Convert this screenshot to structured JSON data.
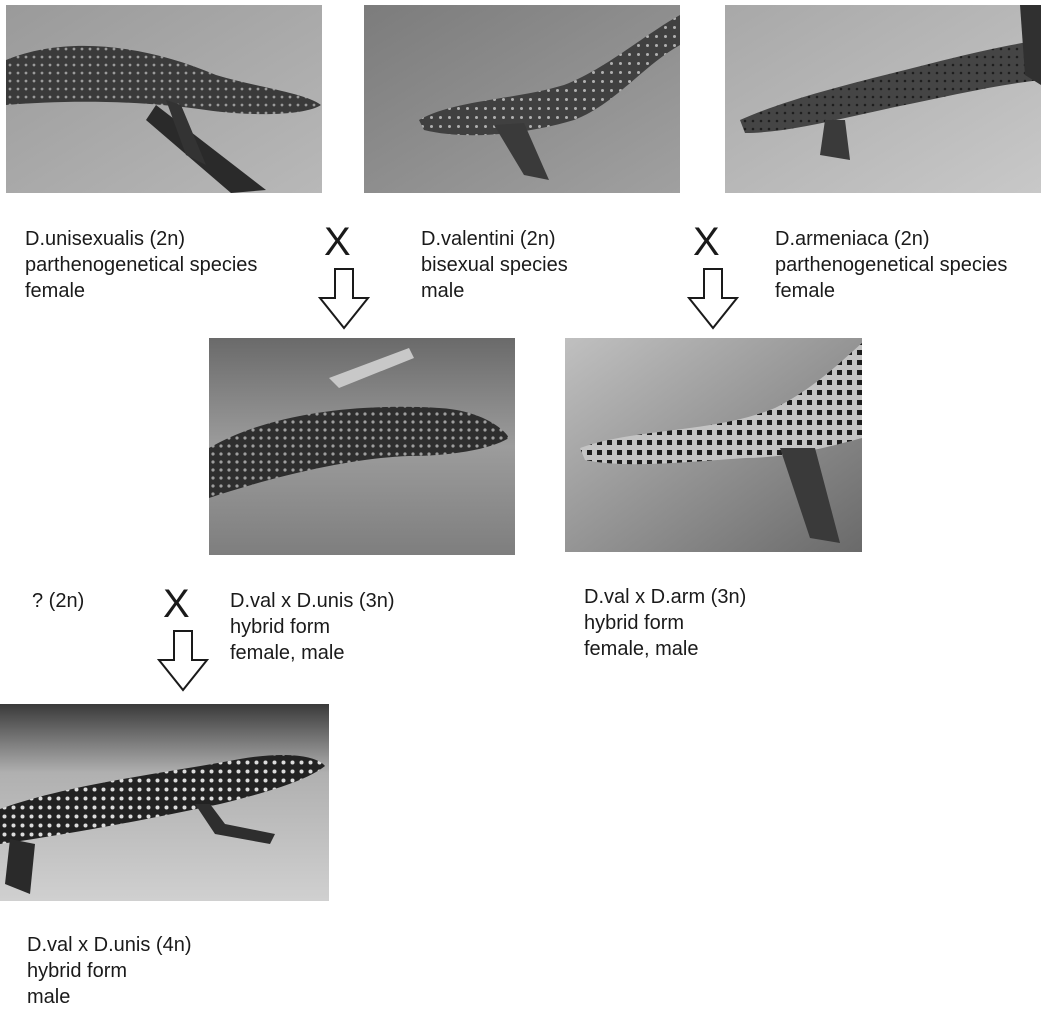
{
  "colors": {
    "background": "#ffffff",
    "text": "#1a1a1a",
    "photo_tone": "#7a7a7a"
  },
  "cross_symbol": "X",
  "parents": [
    {
      "name": "D.unisexualis (2n)",
      "type": "parthenogenetical species",
      "sex": "female"
    },
    {
      "name": "D.valentini (2n)",
      "type": "bisexual species",
      "sex": "male"
    },
    {
      "name": "D.armeniaca (2n)",
      "type": "parthenogenetical species",
      "sex": "female"
    }
  ],
  "hybrids": [
    {
      "name": "D.val x D.unis (3n)",
      "type": "hybrid form",
      "sex": "female, male"
    },
    {
      "name": "D.val x D.arm (3n)",
      "type": "hybrid form",
      "sex": "female, male"
    }
  ],
  "unknown_parent": {
    "name": "? (2n)"
  },
  "tetraploid": {
    "name": "D.val x D.unis (4n)",
    "type": "hybrid form",
    "sex": "male"
  },
  "photos": [
    {
      "id": "photo-d-unisexualis",
      "subject": "lizard-photo"
    },
    {
      "id": "photo-d-valentini",
      "subject": "lizard-photo"
    },
    {
      "id": "photo-d-armeniaca",
      "subject": "lizard-photo"
    },
    {
      "id": "photo-val-unis-3n",
      "subject": "lizard-photo"
    },
    {
      "id": "photo-val-arm-3n",
      "subject": "lizard-photo"
    },
    {
      "id": "photo-val-unis-4n",
      "subject": "lizard-photo"
    }
  ]
}
